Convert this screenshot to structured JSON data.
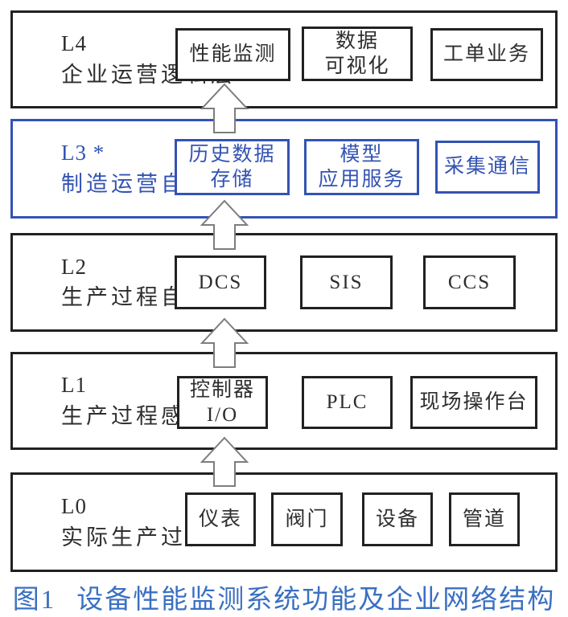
{
  "figure": {
    "colors": {
      "border_dark": "#212121",
      "accent_blue": "#3353b3",
      "caption_blue": "#3a70c2",
      "arrow_outline": "#7d7d7d",
      "text_dark": "#2e2e2e"
    },
    "layers": [
      {
        "code": "L4",
        "name": "企业运营逻辑层",
        "accent": false,
        "boxes": [
          {
            "lines": [
              "性能监测"
            ]
          },
          {
            "lines": [
              "数据",
              "可视化"
            ]
          },
          {
            "lines": [
              "工单业务"
            ]
          }
        ]
      },
      {
        "code": "L3 *",
        "name": "制造运营自动化",
        "accent": true,
        "boxes": [
          {
            "lines": [
              "历史数据",
              "存储"
            ]
          },
          {
            "lines": [
              "模型",
              "应用服务"
            ]
          },
          {
            "lines": [
              "采集通信"
            ]
          }
        ]
      },
      {
        "code": "L2",
        "name": "生产过程自动化",
        "accent": false,
        "boxes": [
          {
            "lines": [
              "DCS"
            ]
          },
          {
            "lines": [
              "SIS"
            ]
          },
          {
            "lines": [
              "CCS"
            ]
          }
        ]
      },
      {
        "code": "L1",
        "name": "生产过程感知",
        "accent": false,
        "boxes": [
          {
            "lines": [
              "控制器",
              "I/O"
            ]
          },
          {
            "lines": [
              "PLC"
            ]
          },
          {
            "lines": [
              "现场操作台"
            ]
          }
        ]
      },
      {
        "code": "L0",
        "name": "实际生产过程",
        "accent": false,
        "boxes": [
          {
            "lines": [
              "仪表"
            ]
          },
          {
            "lines": [
              "阀门"
            ]
          },
          {
            "lines": [
              "设备"
            ]
          },
          {
            "lines": [
              "管道"
            ]
          }
        ]
      }
    ],
    "arrows": [
      "up",
      "up",
      "up",
      "up"
    ],
    "caption": {
      "label": "图1",
      "text": "设备性能监测系统功能及企业网络结构"
    }
  }
}
